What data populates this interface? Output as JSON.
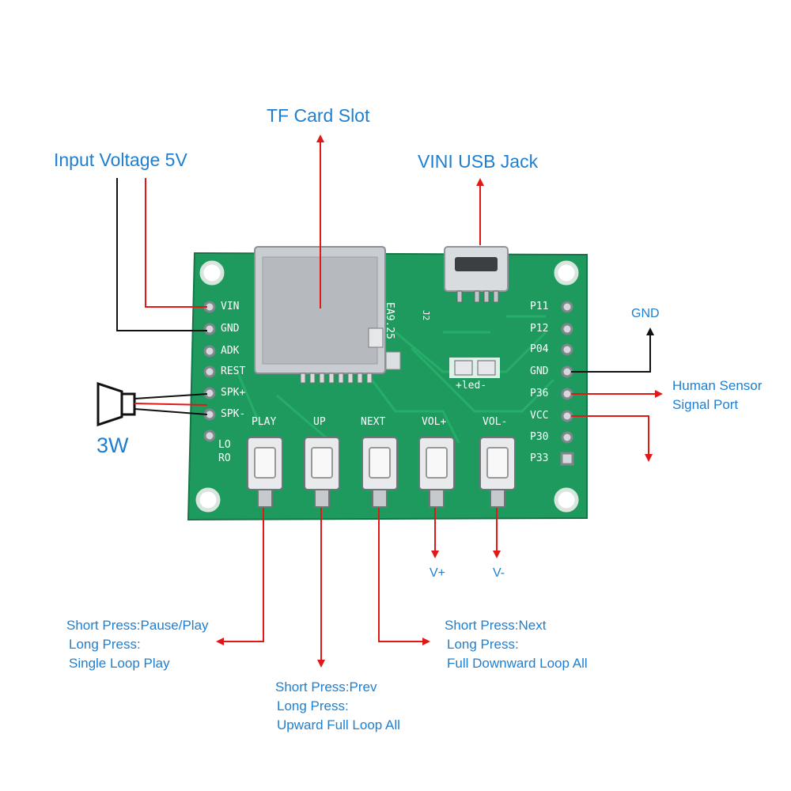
{
  "labels": {
    "tf_card_slot": "TF Card Slot",
    "input_voltage": "Input Voltage 5V",
    "usb_jack": "VINI USB Jack",
    "speaker_power": "3W",
    "gnd": "GND",
    "human_sensor_line1": "Human Sensor",
    "human_sensor_line2": "Signal Port",
    "v_plus": "V+",
    "v_minus": "V-"
  },
  "button_functions": {
    "play": [
      "Short Press:Pause/Play",
      "Long Press:",
      "Single Loop Play"
    ],
    "prev": [
      "Short Press:Prev",
      "Long Press:",
      "Upward Full Loop All"
    ],
    "next": [
      "Short Press:Next",
      "Long Press:",
      "Full Downward Loop All"
    ]
  },
  "board": {
    "left_pins": [
      "VIN",
      "GND",
      "ADK",
      "REST",
      "SPK+",
      "SPK-",
      "LO",
      "RO"
    ],
    "right_pins": [
      "P11",
      "P12",
      "P04",
      "GND",
      "P36",
      "VCC",
      "P30",
      "P33"
    ],
    "buttons": [
      "PLAY",
      "UP",
      "NEXT",
      "VOL+",
      "VOL-"
    ],
    "chip_marking": "EA9.25",
    "j2_marking": "J2",
    "led_marking": "+led-"
  },
  "colors": {
    "label_text": "#1e7fd0",
    "pcb": "#1f9a5e",
    "arrow_red": "#e01818",
    "wire_black": "#111111"
  }
}
